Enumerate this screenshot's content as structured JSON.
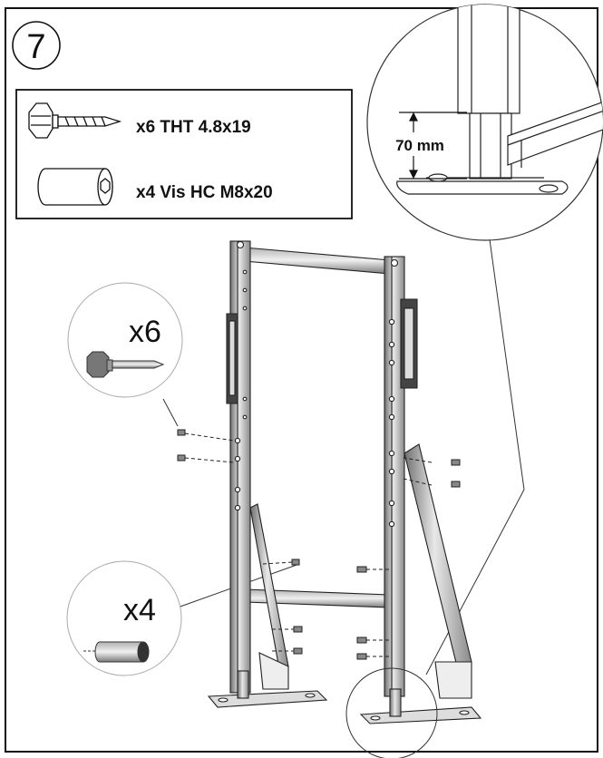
{
  "step": {
    "number": "7"
  },
  "parts_box": {
    "items": [
      {
        "text": "x6 THT 4.8x19",
        "icon": "hex-flange-screw-icon"
      },
      {
        "text": "x4 Vis HC M8x20",
        "icon": "hex-socket-bolt-icon"
      }
    ]
  },
  "detail_screw": {
    "qty": "x6",
    "icon": "hex-flange-screw-icon"
  },
  "detail_bolt": {
    "qty": "x4",
    "icon": "hex-socket-bolt-icon"
  },
  "detail_base": {
    "dimension": "70 mm"
  }
}
